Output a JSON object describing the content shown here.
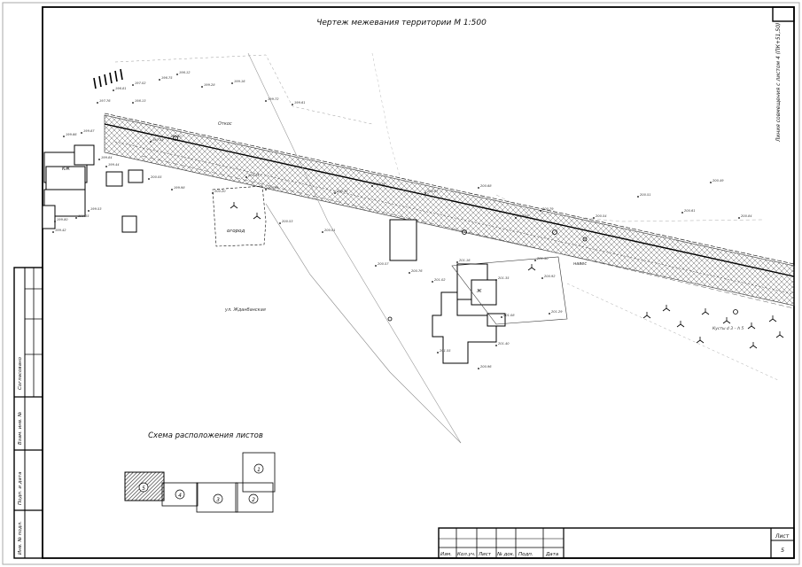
{
  "drawing": {
    "title": "Чертеж межевания территории М 1:500",
    "side_note": "Линия совмещения с листом 4 (ПК+51,50)",
    "scheme_title": "Схема расположения листов",
    "street_label": "ул. Жданбанская",
    "garden_label": "огород",
    "slope_label": "Откос",
    "canopy_label": "навес",
    "boundary_note": "Кусты d 3 – h 5",
    "house_label": "Ж",
    "kzh_label": "КЖ",
    "sheet_numbers": [
      "1",
      "2",
      "3",
      "4",
      "5"
    ]
  },
  "spot_heights": [
    "196.81",
    "197.02",
    "196.75",
    "196.12",
    "199.28",
    "199.16",
    "199.72",
    "199.61",
    "197.76",
    "198.13",
    "197.43",
    "199.40",
    "199.87",
    "199.66",
    "199.84",
    "199.44",
    "199.53",
    "199.15",
    "199.80",
    "199.42",
    "200.05",
    "199.98",
    "200.20",
    "200.34",
    "200.51",
    "200.53",
    "200.01",
    "200.72",
    "200.76",
    "200.67",
    "200.68",
    "200.85",
    "200.79",
    "200.54",
    "200.51",
    "200.61",
    "200.49",
    "200.84",
    "200.57",
    "200.76",
    "201.02",
    "201.16",
    "201.35",
    "201.50",
    "200.92",
    "201.08",
    "201.29",
    "201.40",
    "201.55",
    "200.96"
  ],
  "stamp": {
    "left_labels": [
      "Согласовано",
      "Взам. инв. №",
      "Подп. и дата",
      "Инв. № подл."
    ],
    "columns": [
      "Изм.",
      "Кол.уч.",
      "Лист",
      "№ док.",
      "Подп.",
      "Дата"
    ],
    "sheet_label": "Лист",
    "sheet_number": "5"
  }
}
